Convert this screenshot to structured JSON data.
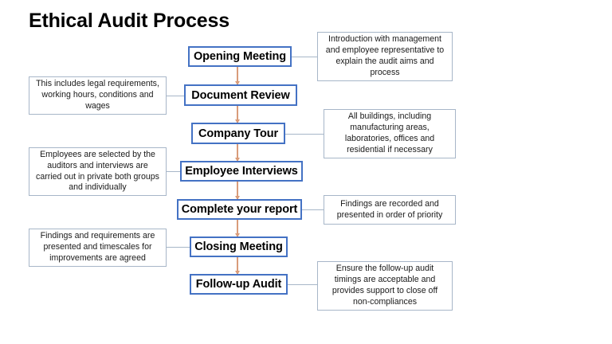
{
  "slide": {
    "title": "Ethical Audit Process",
    "background_color": "#ffffff"
  },
  "theme": {
    "process_border_color": "#4472C4",
    "process_fill_color": "#ffffff",
    "process_text_color": "#000000",
    "note_border_color": "#A7B6C8",
    "note_fill_color": "#ffffff",
    "note_text_color": "#1a1a1a",
    "arrow_color": "#D99C7A",
    "connector_color": "#A7B6C8"
  },
  "process_steps": [
    {
      "id": "opening-meeting",
      "label": "Opening Meeting"
    },
    {
      "id": "document-review",
      "label": "Document Review"
    },
    {
      "id": "company-tour",
      "label": "Company Tour"
    },
    {
      "id": "employee-interviews",
      "label": "Employee Interviews"
    },
    {
      "id": "complete-your-report",
      "label": "Complete your report"
    },
    {
      "id": "closing-meeting",
      "label": "Closing Meeting"
    },
    {
      "id": "follow-up-audit",
      "label": "Follow-up Audit"
    }
  ],
  "notes": [
    {
      "id": "note-opening-meeting",
      "side": "right",
      "for_step": "Opening Meeting",
      "text": "Introduction with management and employee representative to explain the audit aims and process"
    },
    {
      "id": "note-document-review",
      "side": "left",
      "for_step": "Document Review",
      "text": "This includes legal requirements, working hours, conditions and wages"
    },
    {
      "id": "note-company-tour",
      "side": "right",
      "for_step": "Company Tour",
      "text": "All buildings, including manufacturing areas, laboratories, offices and residential if necessary"
    },
    {
      "id": "note-employee-interviews",
      "side": "left",
      "for_step": "Employee Interviews",
      "text": "Employees are selected by the auditors and interviews are carried out in private both groups and individually"
    },
    {
      "id": "note-complete-your-report",
      "side": "right",
      "for_step": "Complete your report",
      "text": "Findings are recorded and presented in order of priority"
    },
    {
      "id": "note-closing-meeting",
      "side": "left",
      "for_step": "Closing Meeting",
      "text": "Findings and requirements are presented and timescales for improvements are agreed"
    },
    {
      "id": "note-follow-up-audit",
      "side": "right",
      "for_step": "Follow-up Audit",
      "text": "Ensure the follow-up audit timings are acceptable and provides support to close off non-compliances"
    }
  ]
}
